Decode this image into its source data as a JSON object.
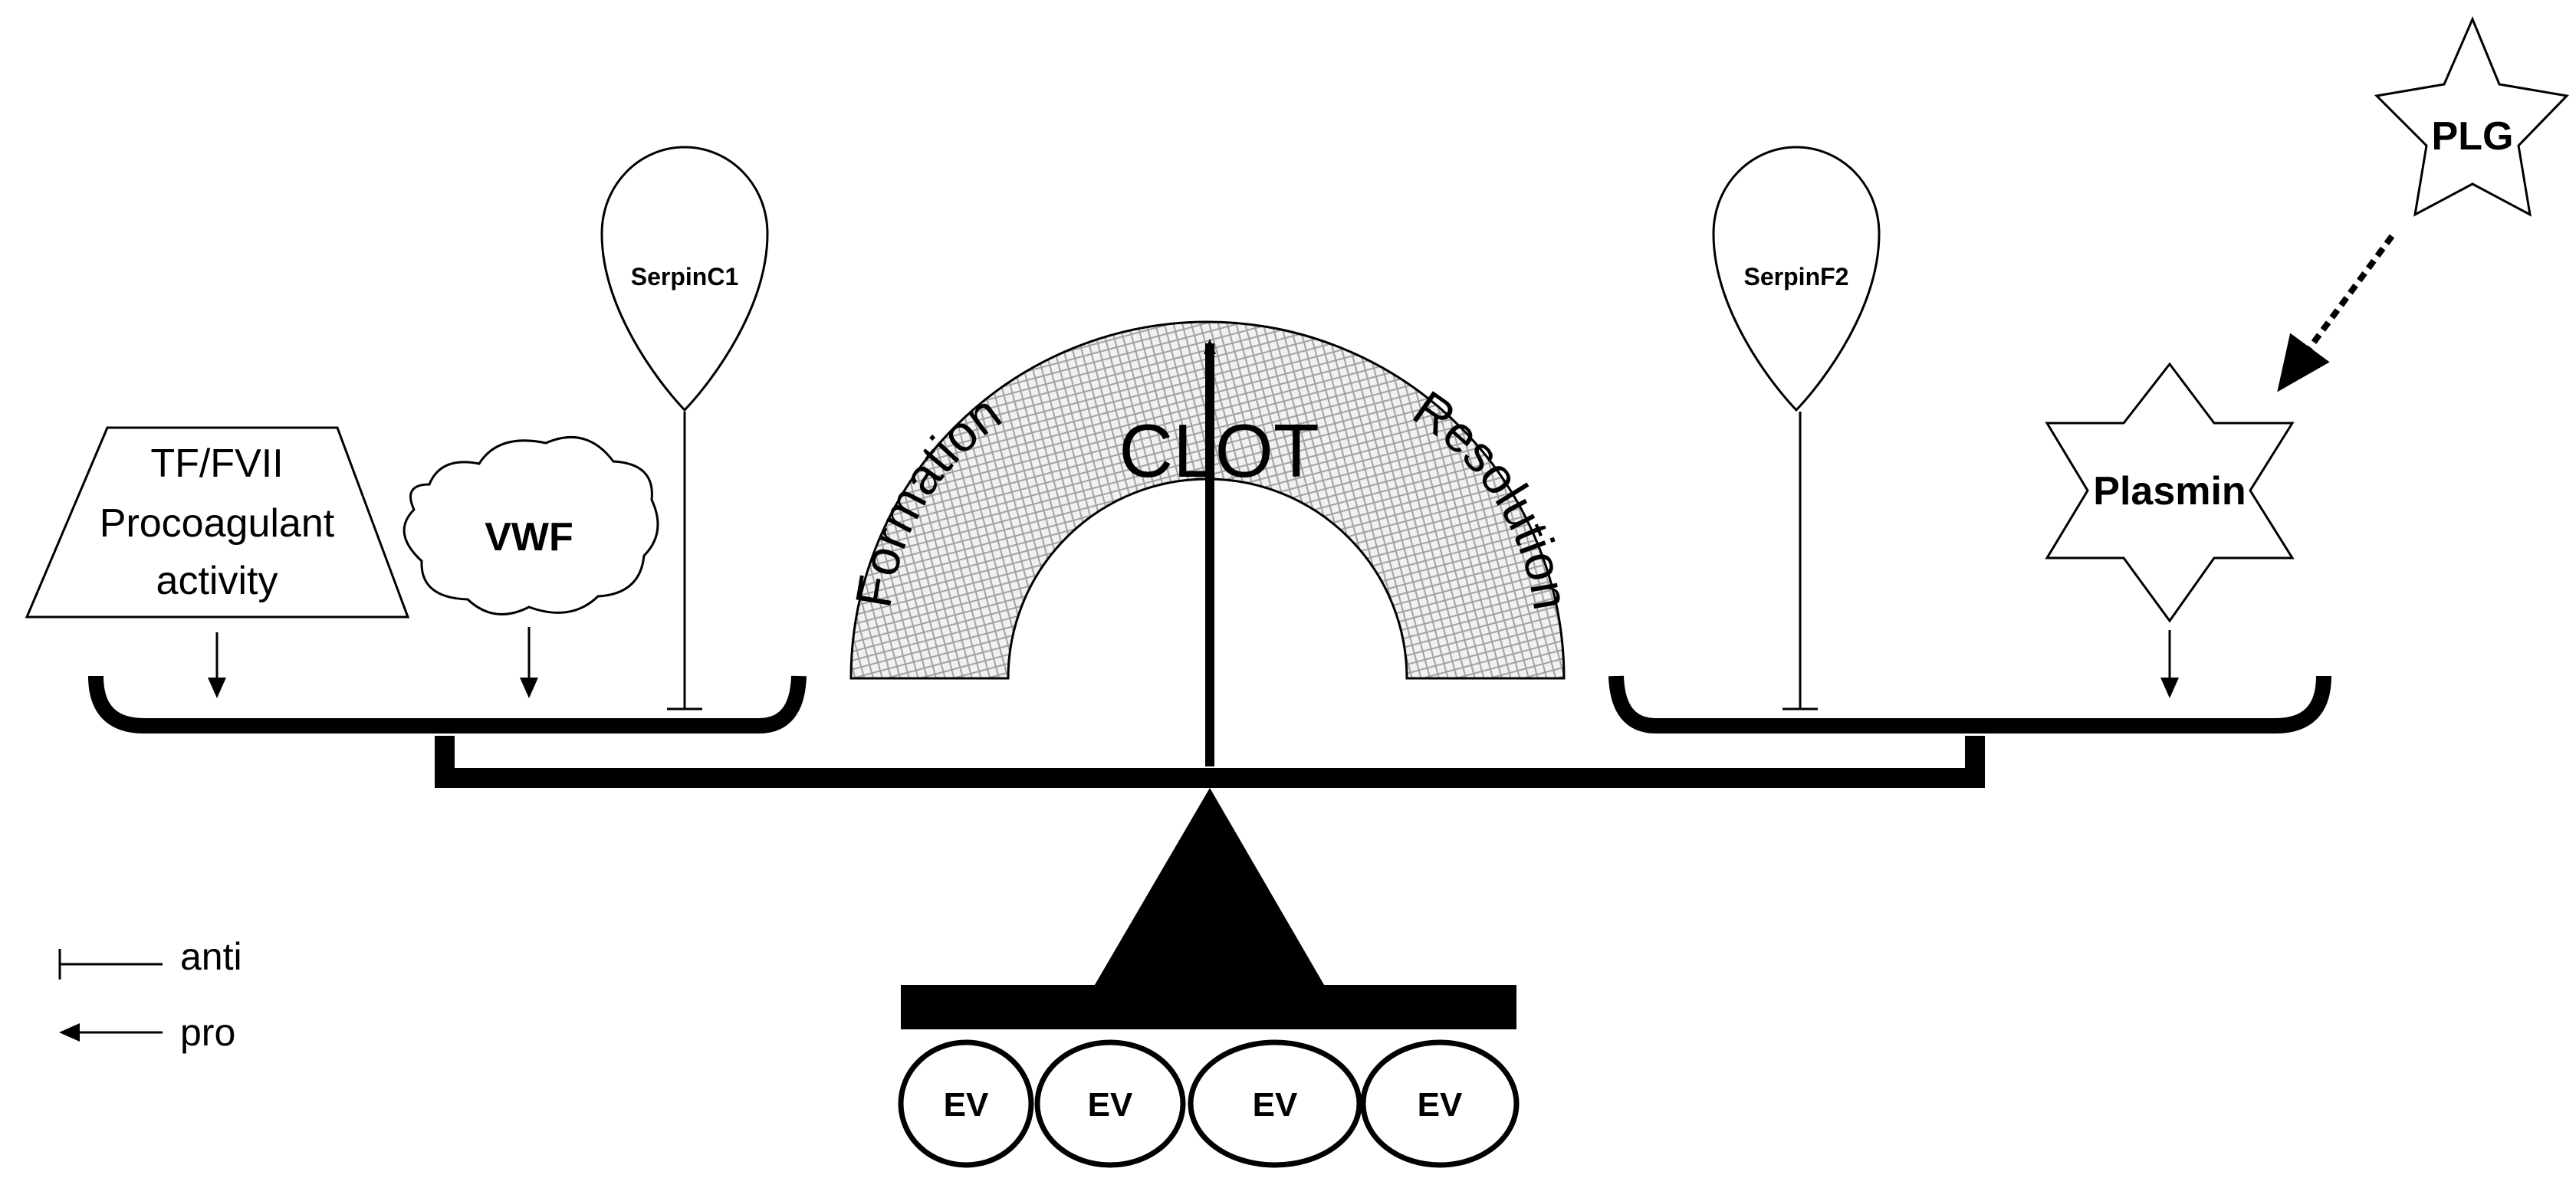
{
  "colors": {
    "ink": "#000000",
    "background": "#ffffff",
    "clot_fill_pattern": "light grey crosshatch"
  },
  "left_pan": {
    "tf_fvii": {
      "lines": [
        "TF/FVII",
        "Procoagulant",
        "activity"
      ],
      "shape": "trapezoid",
      "effect": "pro"
    },
    "vwf": {
      "label": "VWF",
      "shape": "cloud",
      "effect": "pro"
    },
    "serpin_c1": {
      "label": "SerpinC1",
      "shape": "balloon",
      "effect": "anti"
    }
  },
  "clot_gauge": {
    "center_label": "CLOT",
    "left_label": "Formation",
    "right_label": "Resolution"
  },
  "right_pan": {
    "serpin_f2": {
      "label": "SerpinF2",
      "shape": "balloon",
      "effect": "anti"
    },
    "plasmin": {
      "label": "Plasmin",
      "shape": "six-point star",
      "effect": "pro"
    },
    "plg": {
      "label": "PLG",
      "shape": "five-point star",
      "converts_to": "Plasmin"
    }
  },
  "base": {
    "ev_labels": [
      "EV",
      "EV",
      "EV",
      "EV"
    ]
  },
  "legend": {
    "anti_label": "anti",
    "pro_label": "pro"
  }
}
